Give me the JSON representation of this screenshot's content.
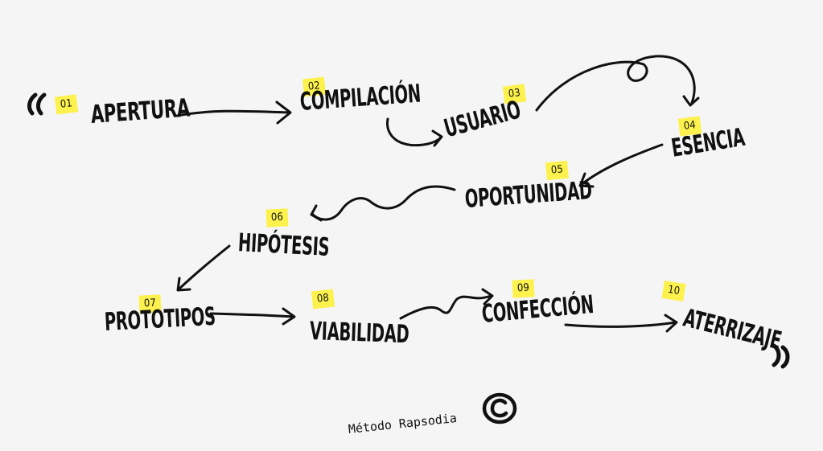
{
  "steps": [
    {
      "number": "01",
      "label": "APERTURA"
    },
    {
      "number": "02",
      "label": "COMPILACIÓN"
    },
    {
      "number": "03",
      "label": "USUARIO"
    },
    {
      "number": "04",
      "label": "ESENCIA"
    },
    {
      "number": "05",
      "label": "OPORTUNIDAD"
    },
    {
      "number": "06",
      "label": "HIPÓTESIS"
    },
    {
      "number": "07",
      "label": "PROTOTIPOS"
    },
    {
      "number": "08",
      "label": "VIABILIDAD"
    },
    {
      "number": "09",
      "label": "CONFECCIÓN"
    },
    {
      "number": "10",
      "label": "ATERRIZAJE"
    }
  ],
  "footer": {
    "text": "Método Rapsodia"
  },
  "colors": {
    "highlight": "#fdf24d",
    "ink": "#111111",
    "background": "#f5f5f5"
  },
  "icons": {
    "footer_icon": "copyright-icon"
  }
}
